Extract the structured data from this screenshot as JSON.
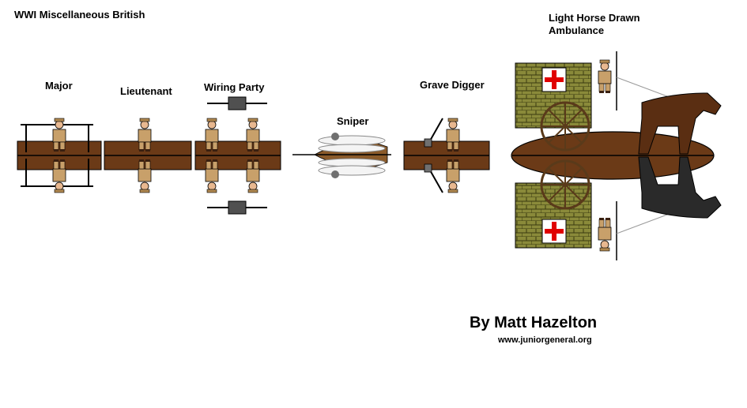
{
  "title": "WWI Miscellaneous British",
  "figures": {
    "major": "Major",
    "lieutenant": "Lieutenant",
    "wiring_party": "Wiring Party",
    "sniper": "Sniper",
    "grave_digger": "Grave Digger",
    "ambulance_line1": "Light Horse Drawn",
    "ambulance_line2": "Ambulance"
  },
  "credits": {
    "author": "By  Matt Hazelton",
    "website": "www.juniorgeneral.org"
  },
  "colors": {
    "base_brown": "#6b3a17",
    "khaki": "#c8a06a",
    "wagon_green": "#8a8a3a",
    "red_cross": "#e00000",
    "horse_brown": "#5a2e12"
  }
}
